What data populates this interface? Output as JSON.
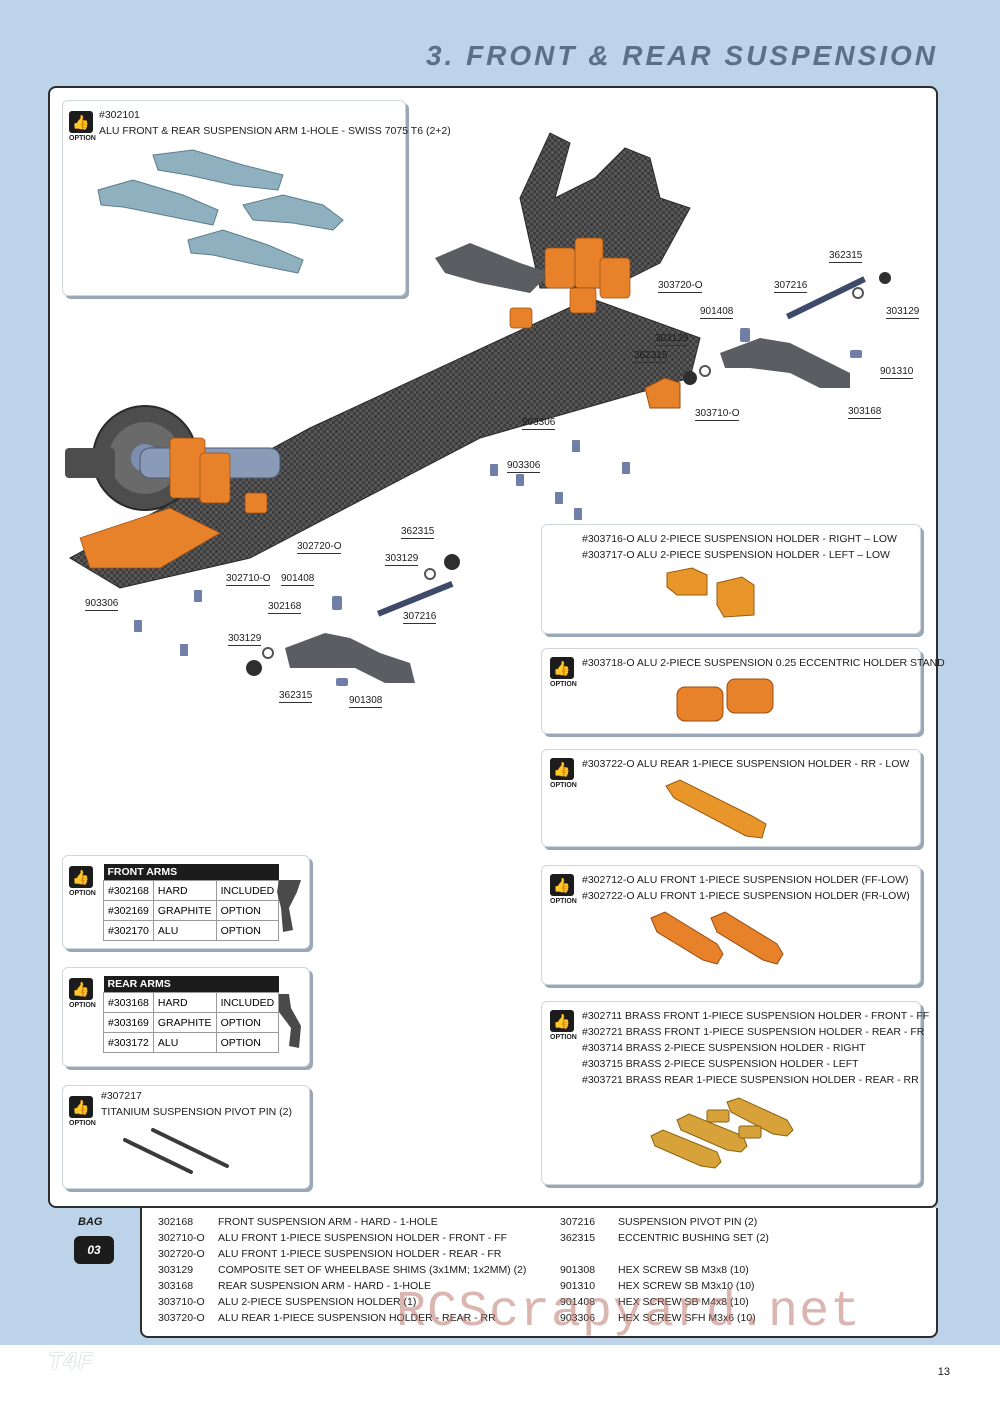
{
  "page_title": "3. FRONT & REAR SUSPENSION",
  "option_label": "OPTION",
  "top_option": {
    "part_no": "#302101",
    "description": "ALU FRONT & REAR SUSPENSION ARM 1-HOLE - SWISS 7075 T6 (2+2)"
  },
  "diagram_labels": {
    "l362315a": "362315",
    "l307216a": "307216",
    "l303129a": "303129",
    "l303720": "303720-O",
    "l901408a": "901408",
    "l303129b": "303129",
    "l362315b": "362315",
    "l901310": "901310",
    "l303710": "303710-O",
    "l303168": "303168",
    "l903306a": "903306",
    "l903306b": "903306",
    "l362315c": "362315",
    "l303129c": "303129",
    "l302720": "302720-O",
    "l302710": "302710-O",
    "l901408b": "901408",
    "l307216b": "307216",
    "l302168": "302168",
    "l903306c": "903306",
    "l303129d": "303129",
    "l362315d": "362315",
    "l901308": "901308"
  },
  "right_boxes": [
    {
      "lines": [
        "#303716-O ALU 2-PIECE SUSPENSION HOLDER - RIGHT – LOW",
        "#303717-O ALU 2-PIECE SUSPENSION HOLDER - LEFT – LOW"
      ]
    },
    {
      "lines": [
        "#303718-O ALU 2-PIECE SUSPENSION 0.25 ECCENTRIC HOLDER STAND"
      ]
    },
    {
      "lines": [
        "#303722-O ALU REAR 1-PIECE SUSPENSION HOLDER - RR - LOW"
      ]
    },
    {
      "lines": [
        "#302712-O ALU FRONT 1-PIECE SUSPENSION HOLDER (FF-LOW)",
        "#302722-O ALU FRONT 1-PIECE SUSPENSION HOLDER (FR-LOW)"
      ]
    },
    {
      "lines": [
        "#302711 BRASS FRONT 1-PIECE SUSPENSION HOLDER - FRONT - FF",
        "#302721 BRASS FRONT 1-PIECE SUSPENSION HOLDER - REAR - FR",
        "#303714 BRASS 2-PIECE SUSPENSION HOLDER - RIGHT",
        "#303715 BRASS 2-PIECE SUSPENSION HOLDER - LEFT",
        "#303721 BRASS REAR 1-PIECE SUSPENSION HOLDER - REAR - RR"
      ]
    }
  ],
  "front_arms": {
    "header": "FRONT ARMS",
    "rows": [
      [
        "#302168",
        "HARD",
        "INCLUDED"
      ],
      [
        "#302169",
        "GRAPHITE",
        "OPTION"
      ],
      [
        "#302170",
        "ALU",
        "OPTION"
      ]
    ]
  },
  "rear_arms": {
    "header": "REAR ARMS",
    "rows": [
      [
        "#303168",
        "HARD",
        "INCLUDED"
      ],
      [
        "#303169",
        "GRAPHITE",
        "OPTION"
      ],
      [
        "#303172",
        "ALU",
        "OPTION"
      ]
    ]
  },
  "pivot_pin": {
    "part_no": "#307217",
    "description": "TITANIUM SUSPENSION PIVOT PIN (2)"
  },
  "bag": {
    "label": "BAG",
    "number": "03"
  },
  "parts_left": [
    [
      "302168",
      "FRONT SUSPENSION ARM - HARD - 1-HOLE"
    ],
    [
      "302710-O",
      "ALU FRONT 1-PIECE SUSPENSION HOLDER - FRONT - FF"
    ],
    [
      "302720-O",
      "ALU FRONT 1-PIECE SUSPENSION HOLDER - REAR - FR"
    ],
    [
      "303129",
      "COMPOSITE SET OF WHEELBASE SHIMS (3x1MM; 1x2MM) (2)"
    ],
    [
      "303168",
      "REAR SUSPENSION ARM - HARD - 1-HOLE"
    ],
    [
      "303710-O",
      "ALU 2-PIECE SUSPENSION HOLDER (1)"
    ],
    [
      "303720-O",
      "ALU REAR 1-PIECE SUSPENSION HOLDER - REAR - RR"
    ]
  ],
  "parts_right": [
    [
      "307216",
      "SUSPENSION PIVOT PIN (2)"
    ],
    [
      "362315",
      "ECCENTRIC BUSHING SET (2)"
    ],
    [
      "",
      ""
    ],
    [
      "901308",
      "HEX SCREW SB M3x8  (10)"
    ],
    [
      "901310",
      "HEX SCREW SB M3x10  (10)"
    ],
    [
      "901408",
      "HEX SCREW SB M4x8  (10)"
    ],
    [
      "903306",
      "HEX SCREW SFH M3x6  (10)"
    ]
  ],
  "footer": {
    "logo": "T4F",
    "page_number": "13"
  },
  "watermark": "RCScrapyard.net",
  "colors": {
    "band": "#bcd3ea",
    "title": "#5b6f86",
    "orange_part": "#e8822a",
    "carbon": "#4a4a4a",
    "gray_part": "#5a5d62",
    "blue_screw": "#6f7fa8"
  }
}
